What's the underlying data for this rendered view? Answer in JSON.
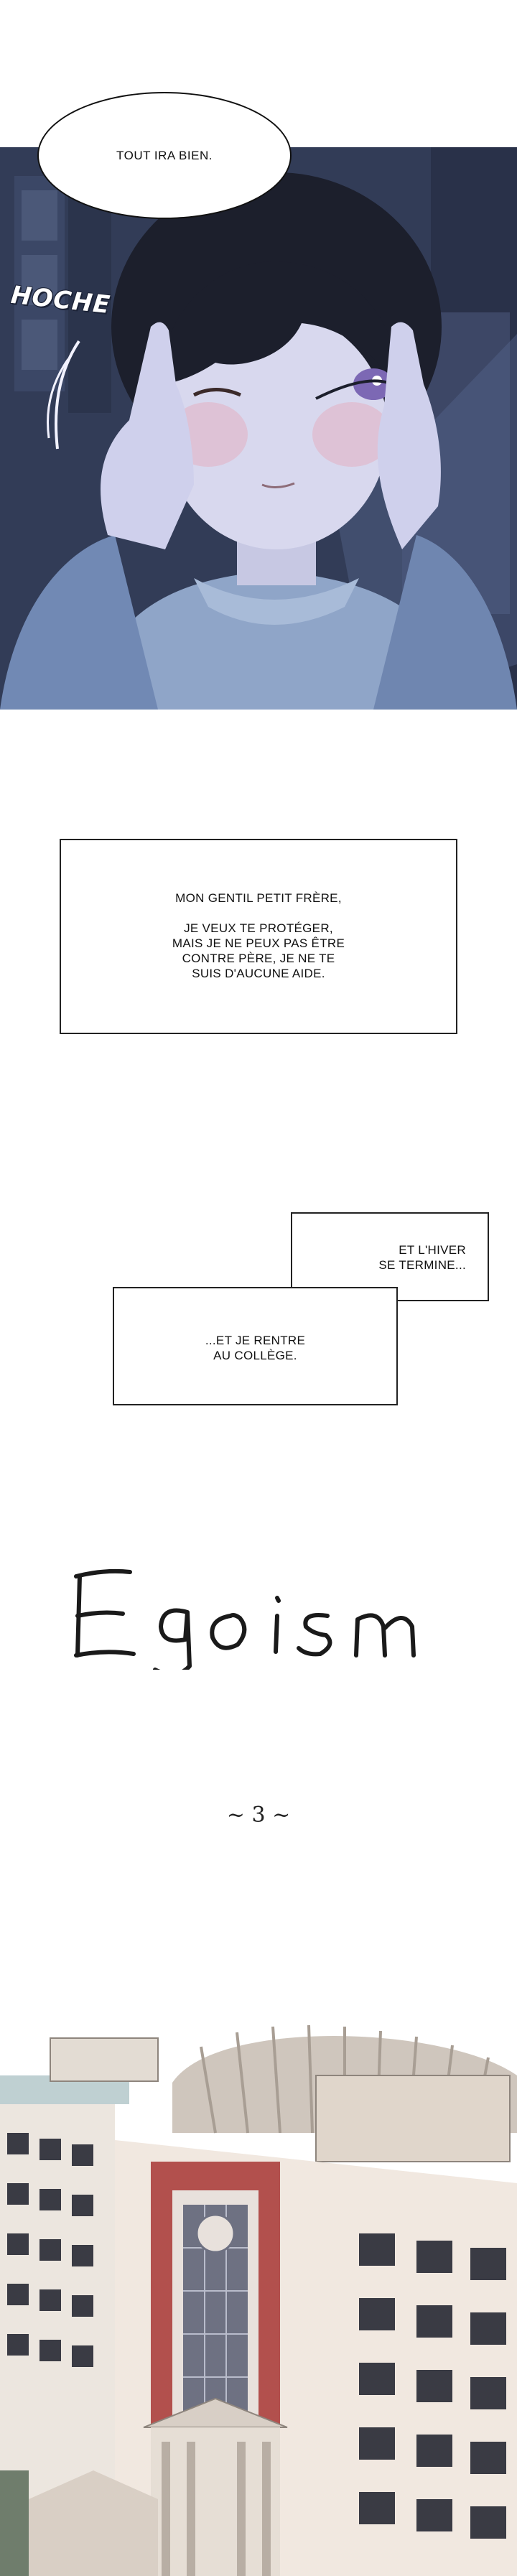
{
  "panel_1": {
    "speech_bubble": "TOUT IRA BIEN.",
    "sound_effect": "HOCHE",
    "colors": {
      "night_bg": "#2f3952",
      "skin": "#d8d8ee",
      "hair": "#1c1f2c",
      "shirt": "#8fa5c8"
    }
  },
  "narration_1": {
    "line1": "MON GENTIL PETIT FRÈRE,",
    "line2": "JE VEUX TE PROTÉGER,",
    "line3": "MAIS JE NE PEUX PAS ÊTRE",
    "line4": "CONTRE PÈRE, JE NE TE",
    "line5": "SUIS D'AUCUNE AIDE."
  },
  "narration_2": {
    "box_a_line1": "ET L'HIVER",
    "box_a_line2": "SE TERMINE...",
    "box_b_line1": "...ET JE RENTRE",
    "box_b_line2": "AU COLLÈGE."
  },
  "title": {
    "logo_text": "Egoism",
    "chapter": "~ 3 ~"
  },
  "panel_2": {
    "colors": {
      "wall": "#f1e8e0",
      "roof": "#cfc6bd",
      "accent_red": "#b2504d",
      "window": "#3a3b44"
    }
  }
}
